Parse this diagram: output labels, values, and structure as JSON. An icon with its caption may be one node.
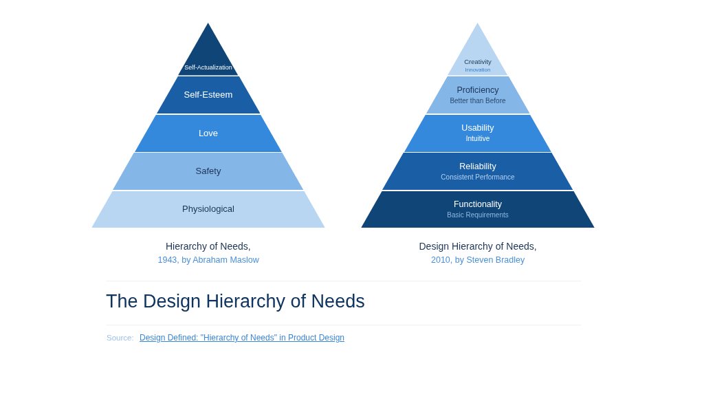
{
  "diagram": {
    "title": "The Design Hierarchy of Needs",
    "nodes": [
      {
        "text": [
          "Self-Actualization"
        ]
      },
      {
        "text": [
          "Self-Esteem"
        ]
      },
      {
        "text": [
          "Love"
        ]
      },
      {
        "text": [
          "Safety"
        ]
      },
      {
        "text": [
          "Physiological"
        ]
      },
      {
        "text": [
          "Creativity",
          "Innovation"
        ]
      },
      {
        "text": [
          "Proficiency",
          "Better than Before"
        ]
      },
      {
        "text": [
          "Usability",
          "Intuitive"
        ]
      },
      {
        "text": [
          "Reliability",
          "Consistent Performance"
        ]
      },
      {
        "text": [
          "Functionality",
          "Basic Requirements"
        ]
      }
    ],
    "labels": [
      "Hierarchy of Needs,",
      "1943, by Abraham Maslow",
      "Design Hierarchy of Needs,",
      "2010, by Steven Bradley",
      "Source:",
      "Design Defined: \"Hierarchy of Needs\" in Product Design"
    ]
  }
}
